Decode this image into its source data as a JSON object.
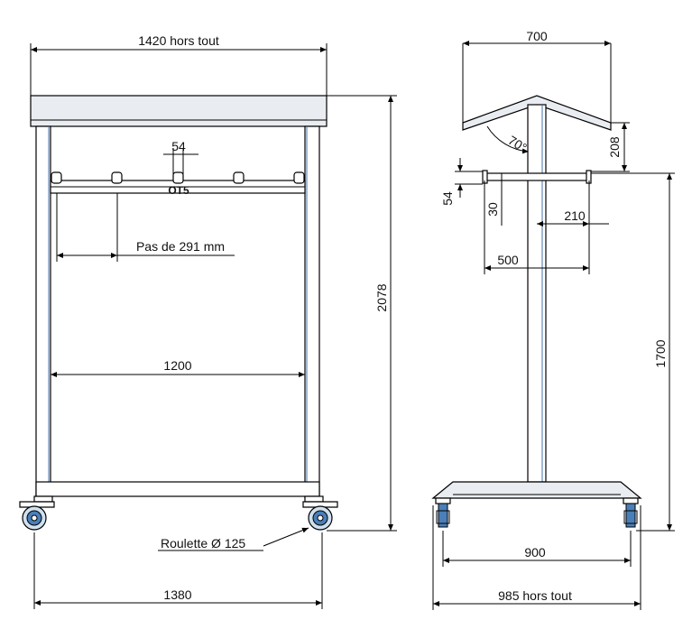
{
  "front_view": {
    "overall_width": "1420 hors tout",
    "gap_top": "54",
    "ref": "OT5",
    "pitch": "Pas de 291 mm",
    "inner_width": "1200",
    "height": "2078",
    "caster": "Roulette",
    "caster_diameter": "Ø 125",
    "wheelbase": "1380"
  },
  "side_view": {
    "top_width": "700",
    "angle": "70°",
    "rise": "208",
    "bar_height": "54",
    "bar_thick": "30",
    "bar_offset": "210",
    "bar_width": "500",
    "rail_height": "1700",
    "base_width": "900",
    "overall_depth": "985 hors tout"
  }
}
